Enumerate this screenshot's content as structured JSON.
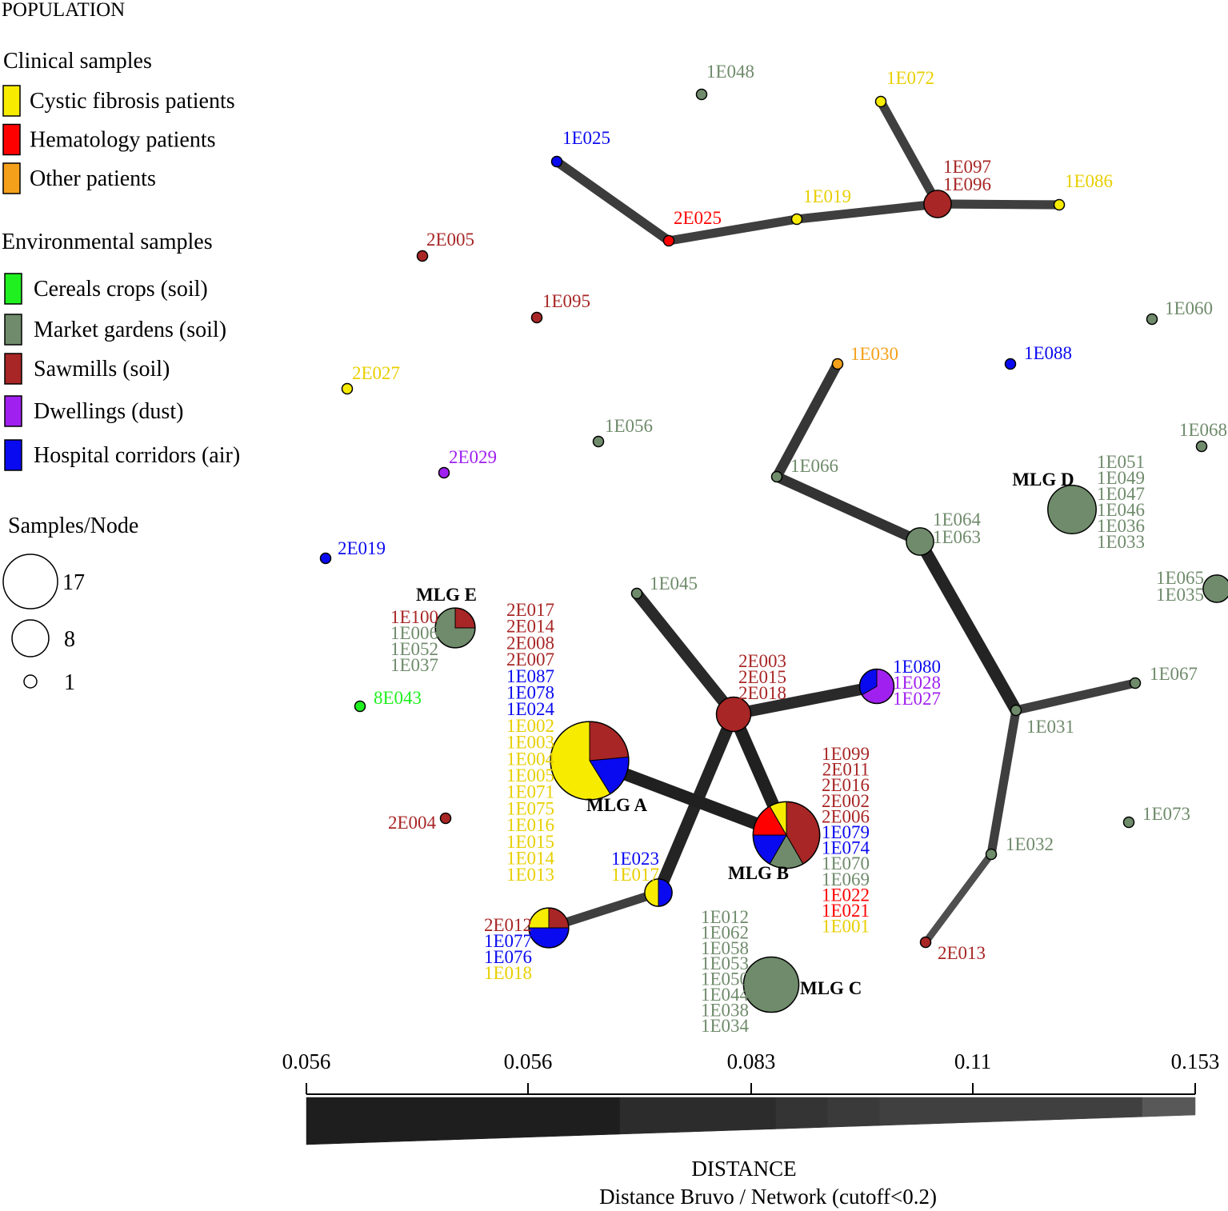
{
  "colors": {
    "cystic_fibrosis": "#f7ec00",
    "hematology": "#ff0000",
    "other": "#f5a01a",
    "cereals": "#20f020",
    "market": "#6f8b6b",
    "sawmills": "#a82626",
    "dwellings": "#a020f0",
    "hospital": "#0a0af0",
    "cf_text": "#e8cf00",
    "edge": "#2b2b2b"
  },
  "legend": {
    "title": "POPULATION",
    "clinical_heading": "Clinical samples",
    "clinical": [
      {
        "label": "Cystic fibrosis patients",
        "color": "cystic_fibrosis"
      },
      {
        "label": "Hematology patients",
        "color": "hematology"
      },
      {
        "label": "Other patients",
        "color": "other"
      }
    ],
    "environmental_heading": "Environmental samples",
    "environmental": [
      {
        "label": "Cereals crops (soil)",
        "color": "cereals"
      },
      {
        "label": "Market gardens (soil)",
        "color": "market"
      },
      {
        "label": "Sawmills (soil)",
        "color": "sawmills"
      },
      {
        "label": "Dwellings (dust)",
        "color": "dwellings"
      },
      {
        "label": "Hospital corridors (air)",
        "color": "hospital"
      }
    ],
    "size_heading": "Samples/Node",
    "sizes": [
      {
        "label": "17",
        "n": 17
      },
      {
        "label": "8",
        "n": 8
      },
      {
        "label": "1",
        "n": 1
      }
    ]
  },
  "distance_bar": {
    "ticks": [
      "0.056",
      "0.056",
      "0.083",
      "0.11",
      "0.153"
    ],
    "title": "DISTANCE",
    "subtitle": "Distance Bruvo / Network (cutoff<0.2)"
  },
  "nodes": [
    {
      "id": "n1E048",
      "n": 1,
      "comp": [
        [
          "market",
          1
        ]
      ],
      "labels": [
        [
          "1E048",
          "market"
        ]
      ],
      "mlg": ""
    },
    {
      "id": "n1E072",
      "n": 1,
      "comp": [
        [
          "cystic_fibrosis",
          1
        ]
      ],
      "labels": [
        [
          "1E072",
          "cf_text"
        ]
      ],
      "mlg": ""
    },
    {
      "id": "n1E025",
      "n": 1,
      "comp": [
        [
          "hospital",
          1
        ]
      ],
      "labels": [
        [
          "1E025",
          "hospital"
        ]
      ],
      "mlg": ""
    },
    {
      "id": "n2E025",
      "n": 1,
      "comp": [
        [
          "hematology",
          1
        ]
      ],
      "labels": [
        [
          "2E025",
          "hematology"
        ]
      ],
      "mlg": ""
    },
    {
      "id": "n1E019",
      "n": 1,
      "comp": [
        [
          "cystic_fibrosis",
          1
        ]
      ],
      "labels": [
        [
          "1E019",
          "cf_text"
        ]
      ],
      "mlg": ""
    },
    {
      "id": "n1E097",
      "n": 2,
      "comp": [
        [
          "sawmills",
          2
        ]
      ],
      "labels": [
        [
          "1E097",
          "sawmills"
        ],
        [
          "1E096",
          "sawmills"
        ]
      ],
      "mlg": ""
    },
    {
      "id": "n1E086",
      "n": 1,
      "comp": [
        [
          "cystic_fibrosis",
          1
        ]
      ],
      "labels": [
        [
          "1E086",
          "cf_text"
        ]
      ],
      "mlg": ""
    },
    {
      "id": "n2E005",
      "n": 1,
      "comp": [
        [
          "sawmills",
          1
        ]
      ],
      "labels": [
        [
          "2E005",
          "sawmills"
        ]
      ],
      "mlg": ""
    },
    {
      "id": "n1E095",
      "n": 1,
      "comp": [
        [
          "sawmills",
          1
        ]
      ],
      "labels": [
        [
          "1E095",
          "sawmills"
        ]
      ],
      "mlg": ""
    },
    {
      "id": "n1E060",
      "n": 1,
      "comp": [
        [
          "market",
          1
        ]
      ],
      "labels": [
        [
          "1E060",
          "market"
        ]
      ],
      "mlg": ""
    },
    {
      "id": "n1E030",
      "n": 1,
      "comp": [
        [
          "other",
          1
        ]
      ],
      "labels": [
        [
          "1E030",
          "other"
        ]
      ],
      "mlg": ""
    },
    {
      "id": "n1E088",
      "n": 1,
      "comp": [
        [
          "hospital",
          1
        ]
      ],
      "labels": [
        [
          "1E088",
          "hospital"
        ]
      ],
      "mlg": ""
    },
    {
      "id": "n2E027",
      "n": 1,
      "comp": [
        [
          "cystic_fibrosis",
          1
        ]
      ],
      "labels": [
        [
          "2E027",
          "cf_text"
        ]
      ],
      "mlg": ""
    },
    {
      "id": "n1E056",
      "n": 1,
      "comp": [
        [
          "market",
          1
        ]
      ],
      "labels": [
        [
          "1E056",
          "market"
        ]
      ],
      "mlg": ""
    },
    {
      "id": "n1E068",
      "n": 1,
      "comp": [
        [
          "market",
          1
        ]
      ],
      "labels": [
        [
          "1E068",
          "market"
        ]
      ],
      "mlg": ""
    },
    {
      "id": "n2E029",
      "n": 1,
      "comp": [
        [
          "dwellings",
          1
        ]
      ],
      "labels": [
        [
          "2E029",
          "dwellings"
        ]
      ],
      "mlg": ""
    },
    {
      "id": "n1E066",
      "n": 1,
      "comp": [
        [
          "market",
          1
        ]
      ],
      "labels": [
        [
          "1E066",
          "market"
        ]
      ],
      "mlg": ""
    },
    {
      "id": "nMLGD",
      "n": 6,
      "comp": [
        [
          "market",
          6
        ]
      ],
      "labels": [
        [
          "1E051",
          "market"
        ],
        [
          "1E049",
          "market"
        ],
        [
          "1E047",
          "market"
        ],
        [
          "1E046",
          "market"
        ],
        [
          "1E036",
          "market"
        ],
        [
          "1E033",
          "market"
        ]
      ],
      "mlg": "MLG D"
    },
    {
      "id": "n1E064",
      "n": 2,
      "comp": [
        [
          "market",
          2
        ]
      ],
      "labels": [
        [
          "1E064",
          "market"
        ],
        [
          "1E063",
          "market"
        ]
      ],
      "mlg": ""
    },
    {
      "id": "n2E019",
      "n": 1,
      "comp": [
        [
          "hospital",
          1
        ]
      ],
      "labels": [
        [
          "2E019",
          "hospital"
        ]
      ],
      "mlg": ""
    },
    {
      "id": "n1E065",
      "n": 2,
      "comp": [
        [
          "market",
          2
        ]
      ],
      "labels": [
        [
          "1E065",
          "market"
        ],
        [
          "1E035",
          "market"
        ]
      ],
      "mlg": ""
    },
    {
      "id": "n1E045",
      "n": 1,
      "comp": [
        [
          "market",
          1
        ]
      ],
      "labels": [
        [
          "1E045",
          "market"
        ]
      ],
      "mlg": ""
    },
    {
      "id": "nMLGE",
      "n": 4,
      "comp": [
        [
          "sawmills",
          1
        ],
        [
          "market",
          3
        ]
      ],
      "labels": [
        [
          "1E100",
          "sawmills"
        ],
        [
          "1E006",
          "market"
        ],
        [
          "1E052",
          "market"
        ],
        [
          "1E037",
          "market"
        ]
      ],
      "mlg": "MLG E"
    },
    {
      "id": "n2E003",
      "n": 3,
      "comp": [
        [
          "sawmills",
          3
        ]
      ],
      "labels": [
        [
          "2E003",
          "sawmills"
        ],
        [
          "2E015",
          "sawmills"
        ],
        [
          "2E018",
          "sawmills"
        ]
      ],
      "mlg": ""
    },
    {
      "id": "n1E080",
      "n": 3,
      "comp": [
        [
          "dwellings",
          2
        ],
        [
          "hospital",
          1
        ]
      ],
      "labels": [
        [
          "1E080",
          "hospital"
        ],
        [
          "1E028",
          "dwellings"
        ],
        [
          "1E027",
          "dwellings"
        ]
      ],
      "mlg": ""
    },
    {
      "id": "n1E067",
      "n": 1,
      "comp": [
        [
          "market",
          1
        ]
      ],
      "labels": [
        [
          "1E067",
          "market"
        ]
      ],
      "mlg": ""
    },
    {
      "id": "n8E043",
      "n": 1,
      "comp": [
        [
          "cereals",
          1
        ]
      ],
      "labels": [
        [
          "8E043",
          "cereals"
        ]
      ],
      "mlg": ""
    },
    {
      "id": "n1E031",
      "n": 1,
      "comp": [
        [
          "market",
          1
        ]
      ],
      "labels": [
        [
          "1E031",
          "market"
        ]
      ],
      "mlg": ""
    },
    {
      "id": "nMLGA",
      "n": 17,
      "comp": [
        [
          "sawmills",
          4
        ],
        [
          "hospital",
          3
        ],
        [
          "cystic_fibrosis",
          10
        ]
      ],
      "labels": [
        [
          "2E017",
          "sawmills"
        ],
        [
          "2E014",
          "sawmills"
        ],
        [
          "2E008",
          "sawmills"
        ],
        [
          "2E007",
          "sawmills"
        ],
        [
          "1E087",
          "hospital"
        ],
        [
          "1E078",
          "hospital"
        ],
        [
          "1E024",
          "hospital"
        ],
        [
          "1E002",
          "cf_text"
        ],
        [
          "1E003",
          "cf_text"
        ],
        [
          "1E004",
          "cf_text"
        ],
        [
          "1E005",
          "cf_text"
        ],
        [
          "1E071",
          "cf_text"
        ],
        [
          "1E075",
          "cf_text"
        ],
        [
          "1E016",
          "cf_text"
        ],
        [
          "1E015",
          "cf_text"
        ],
        [
          "1E014",
          "cf_text"
        ],
        [
          "1E013",
          "cf_text"
        ]
      ],
      "mlg": "MLG A"
    },
    {
      "id": "nMLGB",
      "n": 12,
      "comp": [
        [
          "sawmills",
          5
        ],
        [
          "market",
          2
        ],
        [
          "hospital",
          2
        ],
        [
          "hematology",
          2
        ],
        [
          "cystic_fibrosis",
          1
        ]
      ],
      "labels": [
        [
          "1E099",
          "sawmills"
        ],
        [
          "2E011",
          "sawmills"
        ],
        [
          "2E016",
          "sawmills"
        ],
        [
          "2E002",
          "sawmills"
        ],
        [
          "2E006",
          "sawmills"
        ],
        [
          "1E079",
          "hospital"
        ],
        [
          "1E074",
          "hospital"
        ],
        [
          "1E070",
          "market"
        ],
        [
          "1E069",
          "market"
        ],
        [
          "1E022",
          "hematology"
        ],
        [
          "1E021",
          "hematology"
        ],
        [
          "1E001",
          "cf_text"
        ]
      ],
      "mlg": "MLG B"
    },
    {
      "id": "n2E004",
      "n": 1,
      "comp": [
        [
          "sawmills",
          1
        ]
      ],
      "labels": [
        [
          "2E004",
          "sawmills"
        ]
      ],
      "mlg": ""
    },
    {
      "id": "n1E073",
      "n": 1,
      "comp": [
        [
          "market",
          1
        ]
      ],
      "labels": [
        [
          "1E073",
          "market"
        ]
      ],
      "mlg": ""
    },
    {
      "id": "n1E032",
      "n": 1,
      "comp": [
        [
          "market",
          1
        ]
      ],
      "labels": [
        [
          "1E032",
          "market"
        ]
      ],
      "mlg": ""
    },
    {
      "id": "n1E023",
      "n": 2,
      "comp": [
        [
          "hospital",
          1
        ],
        [
          "cystic_fibrosis",
          1
        ]
      ],
      "labels": [
        [
          "1E023",
          "hospital"
        ],
        [
          "1E017",
          "cf_text"
        ]
      ],
      "mlg": ""
    },
    {
      "id": "n2E012",
      "n": 4,
      "comp": [
        [
          "sawmills",
          1
        ],
        [
          "hospital",
          2
        ],
        [
          "cystic_fibrosis",
          1
        ]
      ],
      "labels": [
        [
          "2E012",
          "sawmills"
        ],
        [
          "1E077",
          "hospital"
        ],
        [
          "1E076",
          "hospital"
        ],
        [
          "1E018",
          "cf_text"
        ]
      ],
      "mlg": ""
    },
    {
      "id": "n2E013",
      "n": 1,
      "comp": [
        [
          "sawmills",
          1
        ]
      ],
      "labels": [
        [
          "2E013",
          "sawmills"
        ]
      ],
      "mlg": ""
    },
    {
      "id": "nMLGC",
      "n": 8,
      "comp": [
        [
          "market",
          8
        ]
      ],
      "labels": [
        [
          "1E012",
          "market"
        ],
        [
          "1E062",
          "market"
        ],
        [
          "1E058",
          "market"
        ],
        [
          "1E053",
          "market"
        ],
        [
          "1E050",
          "market"
        ],
        [
          "1E044",
          "market"
        ],
        [
          "1E038",
          "market"
        ],
        [
          "1E034",
          "market"
        ]
      ],
      "mlg": "MLG C"
    }
  ],
  "edges": [
    {
      "from": "n1E025",
      "to": "n2E025",
      "distance": 0.105
    },
    {
      "from": "n2E025",
      "to": "n1E019",
      "distance": 0.11
    },
    {
      "from": "n1E019",
      "to": "n1E097",
      "distance": 0.11
    },
    {
      "from": "n1E072",
      "to": "n1E097",
      "distance": 0.11
    },
    {
      "from": "n1E097",
      "to": "n1E086",
      "distance": 0.11
    },
    {
      "from": "n1E030",
      "to": "n1E066",
      "distance": 0.095
    },
    {
      "from": "n1E066",
      "to": "n1E064",
      "distance": 0.09
    },
    {
      "from": "n1E064",
      "to": "n1E031",
      "distance": 0.065
    },
    {
      "from": "n1E031",
      "to": "n1E067",
      "distance": 0.11
    },
    {
      "from": "n1E031",
      "to": "n1E032",
      "distance": 0.11
    },
    {
      "from": "n1E032",
      "to": "n2E013",
      "distance": 0.135
    },
    {
      "from": "n1E045",
      "to": "n2E003",
      "distance": 0.075
    },
    {
      "from": "n2E003",
      "to": "n1E080",
      "distance": 0.075
    },
    {
      "from": "n2E003",
      "to": "nMLGB",
      "distance": 0.06
    },
    {
      "from": "n2E003",
      "to": "n1E023",
      "distance": 0.065
    },
    {
      "from": "nMLGA",
      "to": "nMLGB",
      "distance": 0.06
    },
    {
      "from": "n1E023",
      "to": "n2E012",
      "distance": 0.11
    }
  ]
}
